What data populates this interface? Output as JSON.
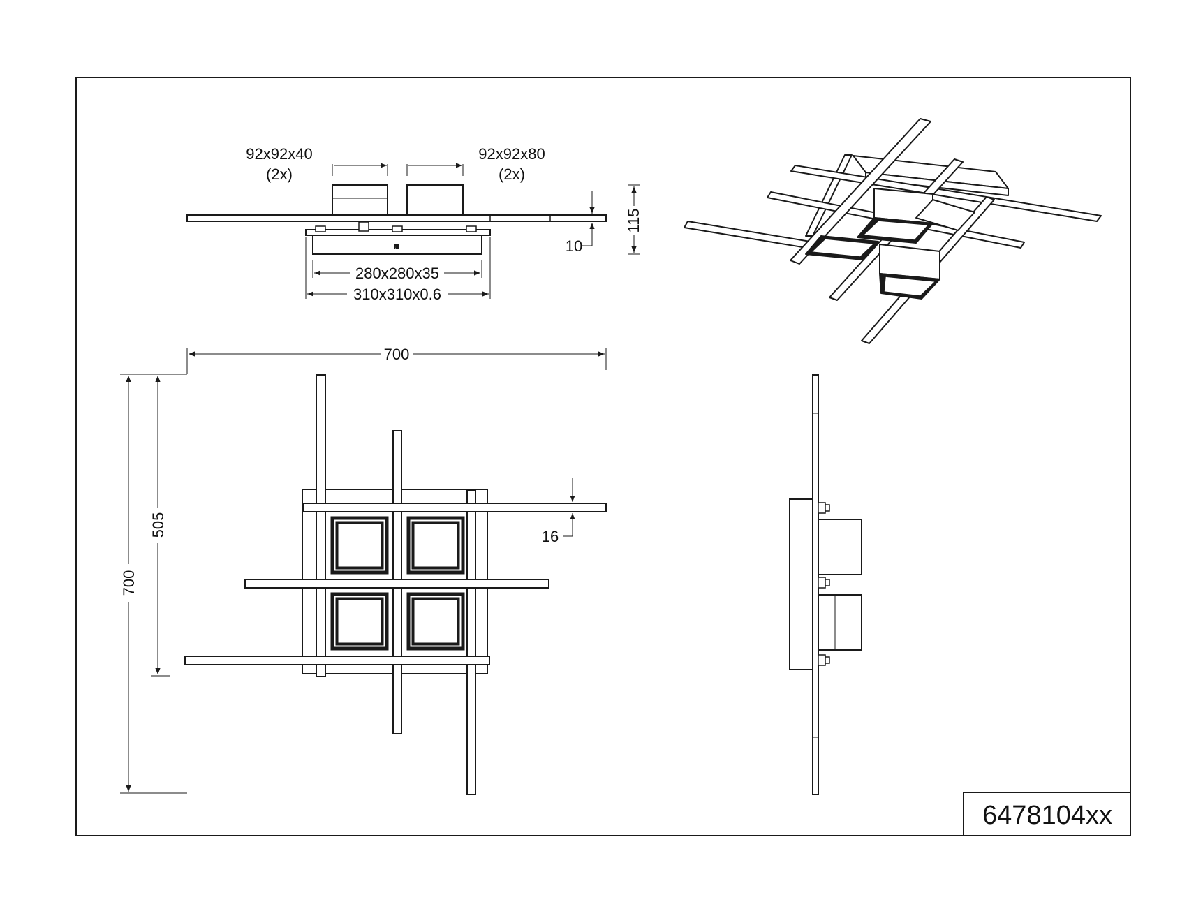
{
  "drawing": {
    "part_number": "6478104xx",
    "side_view": {
      "cube_small": "92x92x40",
      "cube_small_qty": "(2x)",
      "cube_large": "92x92x80",
      "cube_large_qty": "(2x)",
      "bar_thickness": "10",
      "total_height": "115",
      "body_size": "280x280x35",
      "plate_size": "310x310x0.6"
    },
    "top_view": {
      "width": "700",
      "height": "700",
      "bar_span": "505",
      "bar_width": "16"
    }
  }
}
